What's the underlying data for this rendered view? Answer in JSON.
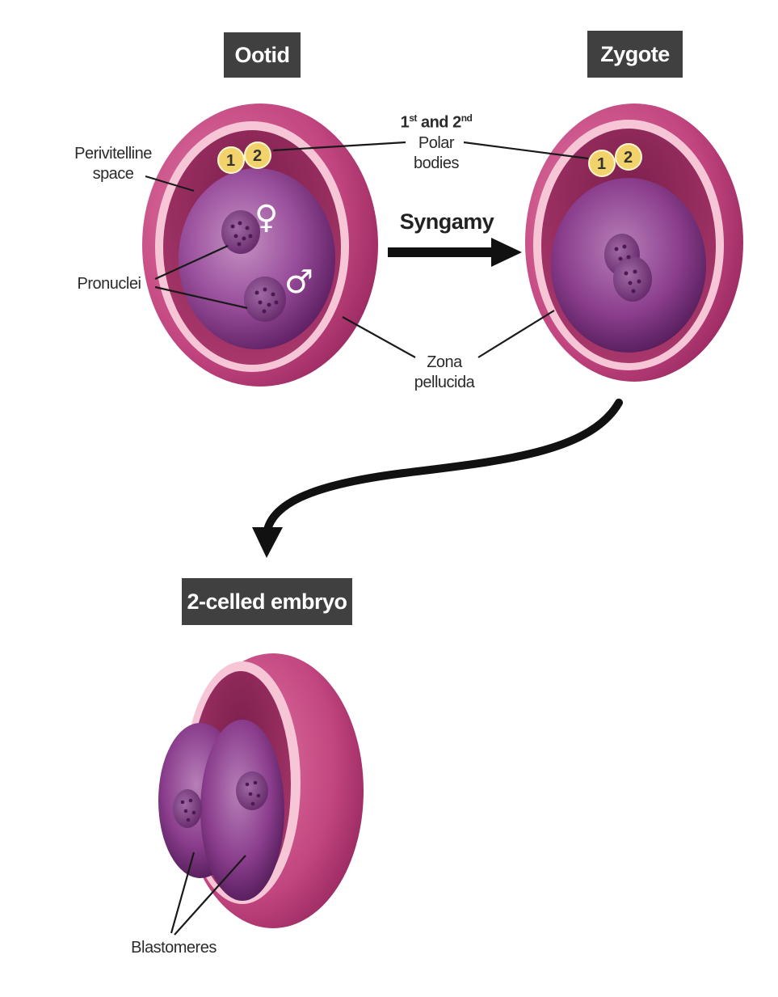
{
  "titles": {
    "ootid": "Ootid",
    "zygote": "Zygote",
    "two_celled": "2-celled embryo"
  },
  "labels": {
    "perivitelline": [
      "Perivitelline",
      "space"
    ],
    "pronuclei": "Pronuclei",
    "polar_first": "1",
    "polar_st": "st",
    "polar_and": " and 2",
    "polar_nd": "nd",
    "polar_line2": "Polar",
    "polar_line3": "bodies",
    "syngamy": "Syngamy",
    "zona": [
      "Zona",
      "pellucida"
    ],
    "blastomeres": "Blastomeres"
  },
  "polar_body_numbers": [
    "1",
    "2"
  ],
  "symbols": {
    "female": "♀",
    "male": "♂"
  },
  "colors": {
    "zona_outer": "#b8316e",
    "zona_inner_ring": "#f6c6d6",
    "perivitelline": "#9a2b5f",
    "cytoplasm": "#8a3d8c",
    "cytoplasm_light": "#c592c4",
    "pronucleus": "#7a3a7c",
    "polar_body": "#f2d36b",
    "title_bg": "#404040",
    "arrow": "#111111"
  }
}
